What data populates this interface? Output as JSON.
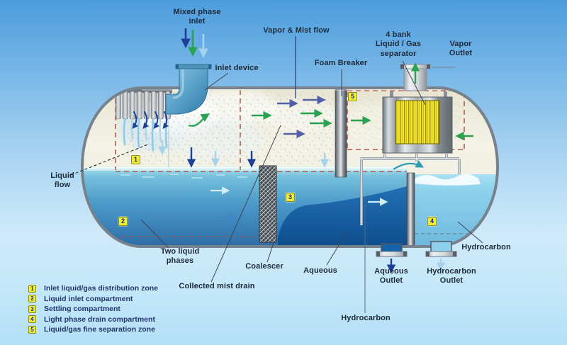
{
  "labels": {
    "mixed_phase_inlet": "Mixed phase\ninlet",
    "inlet_device": "Inlet device",
    "vapor_mist_flow": "Vapor & Mist flow",
    "foam_breaker": "Foam Breaker",
    "bank_separator": "4 bank\nLiquid / Gas\nseparator",
    "vapor_outlet": "Vapor\nOutlet",
    "liquid_flow": "Liquid\nflow",
    "two_liquid_phases": "Two liquid\nphases",
    "coalescer": "Coalescer",
    "collected_mist_drain": "Collected mist drain",
    "aqueous": "Aqueous",
    "aqueous_outlet": "Aqueous\nOutlet",
    "hydrocarbon_outlet": "Hydrocarbon\nOutlet",
    "hydrocarbon_bottom": "Hydrocarbon",
    "hydrocarbon_right": "Hydrocarbon"
  },
  "zones": [
    {
      "id": "1",
      "label": "Inlet liquid/gas distribution zone"
    },
    {
      "id": "2",
      "label": "Liquid inlet compartment"
    },
    {
      "id": "3",
      "label": "Settling compartment"
    },
    {
      "id": "4",
      "label": "Light phase drain compartment"
    },
    {
      "id": "5",
      "label": "Liquid/gas fine separation zone"
    }
  ],
  "colors": {
    "background_top": "#4c9cdd",
    "background_bottom": "#b3e0f7",
    "vessel_gas_fill": "#f2f0e2",
    "liquid_light": "#74c0dc",
    "liquid_deep": "#2b6ba6",
    "aqueous_layer": "#12589c",
    "hydrocarbon_layer": "#8fd2ee",
    "separator_yellow": "#f3e62b",
    "zone_dash": "#b85a50",
    "arrow_green": "#2aa24f",
    "arrow_navy": "#1e3f96",
    "arrow_periwinkle": "#5560a8",
    "arrow_light_blue": "#a6d3ec",
    "badge_yellow": "#f2ee35"
  }
}
